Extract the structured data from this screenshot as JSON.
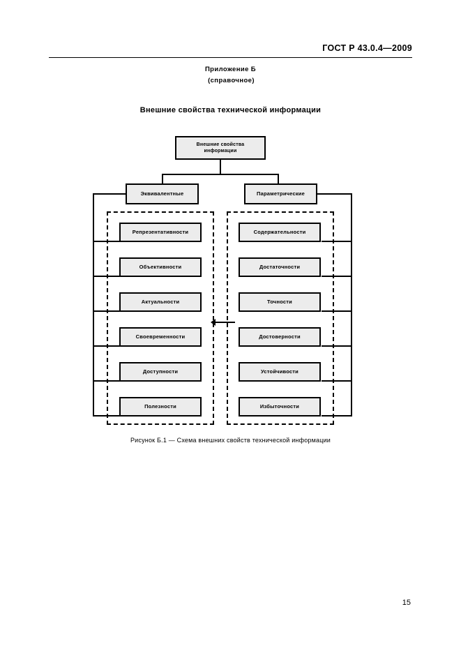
{
  "header": {
    "standard_id": "ГОСТ Р 43.0.4—2009"
  },
  "annex": {
    "title": "Приложение Б",
    "subtitle": "(справочное)"
  },
  "section_title": "Внешние свойства технической информации",
  "diagram": {
    "root": {
      "line1": "Внешние свойства",
      "line2": "информации"
    },
    "branches": {
      "left": "Эквивалентные",
      "right": "Параметрические"
    },
    "left_column": [
      "Репрезентативности",
      "Объективности",
      "Актуальности",
      "Своевременности",
      "Доступности",
      "Полезности"
    ],
    "right_column": [
      "Содержательности",
      "Достаточности",
      "Точности",
      "Достоверности",
      "Устойчивости",
      "Избыточности"
    ],
    "colors": {
      "node_fill": "#ececec",
      "line": "#000000"
    }
  },
  "figure_caption": "Рисунок Б.1 — Схема внешних свойств технической информации",
  "page_number": "15"
}
